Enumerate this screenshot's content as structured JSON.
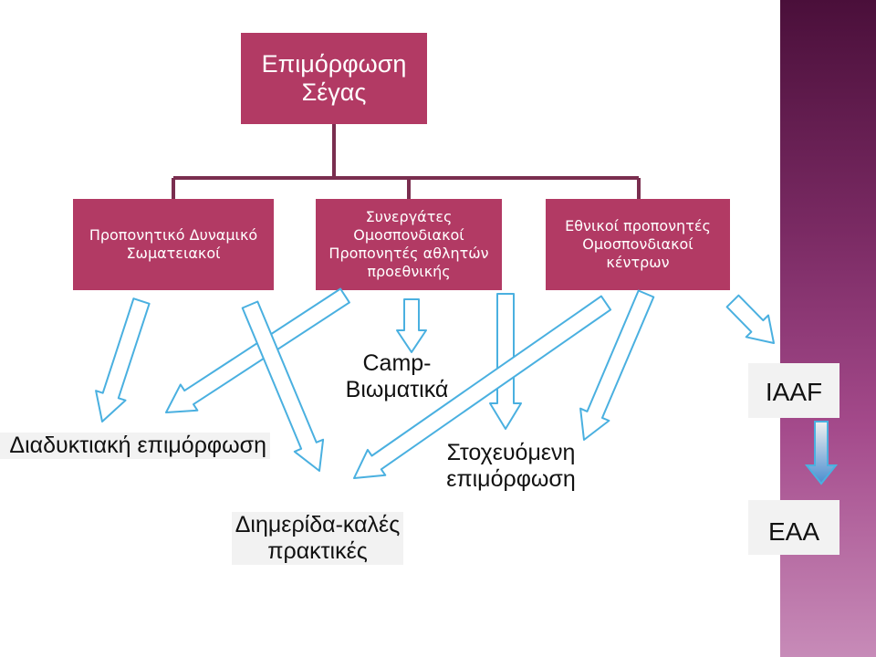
{
  "root": {
    "title": "Επιμόρφωση Σέγας"
  },
  "children": [
    {
      "lines": [
        "Προπονητικό Δυναμικό",
        "Σωματειακοί"
      ]
    },
    {
      "lines": [
        "Συνεργάτες",
        "Ομοσπονδιακοί",
        "Προπονητές αθλητών",
        "προεθνικής"
      ]
    },
    {
      "lines": [
        "Εθνικοί προπονητές",
        "Ομοσπονδιακοί",
        "κέντρων"
      ]
    }
  ],
  "outputs": {
    "camp": "Camp-Βιωματικά",
    "online": "Διαδυκτιακή επιμόρφωση",
    "targeted": "Στοχευόμενη επιμόρφωση",
    "workshop": "Διημερίδα-καλές πρακτικές",
    "iaaf": "IAAF",
    "eaa": "EAA"
  },
  "colors": {
    "box": "#b23a64",
    "connector": "#7a2e4f",
    "arrow_stroke": "#4ab0e0",
    "arrow_fill": "#ffffff",
    "sidebar": "#7a2a63"
  }
}
